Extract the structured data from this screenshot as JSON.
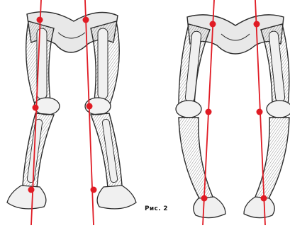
{
  "figure": {
    "caption": "Рис. 2",
    "panels": [
      {
        "name": "x-shaped-legs",
        "description_visible": false
      },
      {
        "name": "o-shaped-legs",
        "description_visible": false
      }
    ],
    "axis_color": "#e01b24",
    "bone_fill": "#ececec",
    "outline_color": "#2b2b2b"
  }
}
